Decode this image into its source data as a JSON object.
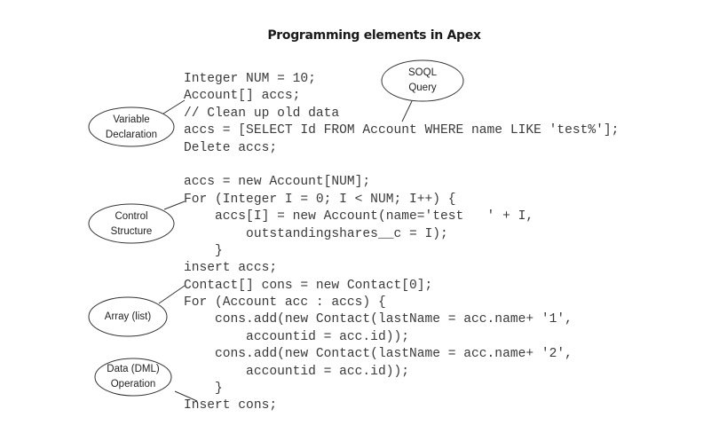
{
  "title": "Programming elements in Apex",
  "code_lines": [
    "Integer NUM = 10;",
    "Account[] accs;",
    "// Clean up old data",
    "accs = [SELECT Id FROM Account WHERE name LIKE 'test%'];",
    "Delete accs;",
    "",
    "accs = new Account[NUM];",
    "For (Integer I = 0; I < NUM; I++) {",
    "    accs[I] = new Account(name='test   ' + I,",
    "        outstandingshares__c = I);",
    "    }",
    "insert accs;",
    "Contact[] cons = new Contact[0];",
    "For (Account acc : accs) {",
    "    cons.add(new Contact(lastName = acc.name+ '1',",
    "        accountid = acc.id));",
    "    cons.add(new Contact(lastName = acc.name+ '2',",
    "        accountid = acc.id));",
    "    }",
    "Insert cons;"
  ],
  "callouts": {
    "variable_declaration": {
      "line1": "Variable",
      "line2": "Declaration"
    },
    "soql_query": {
      "line1": "SOQL",
      "line2": "Query"
    },
    "control_structure": {
      "line1": "Control",
      "line2": "Structure"
    },
    "array_list": {
      "line1": "Array (list)",
      "line2": ""
    },
    "dml_operation": {
      "line1": "Data (DML)",
      "line2": "Operation"
    }
  }
}
